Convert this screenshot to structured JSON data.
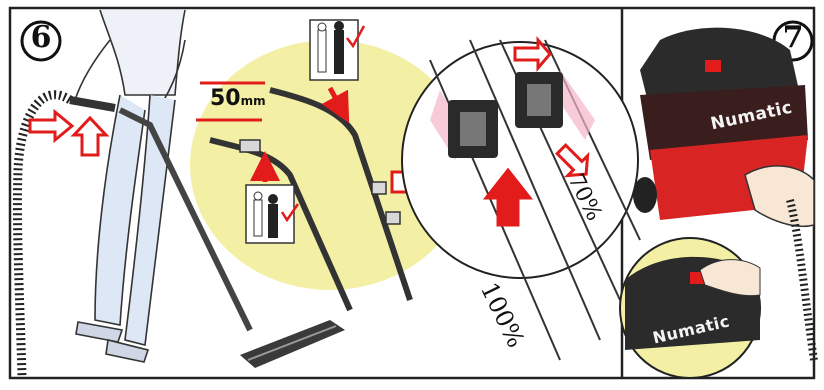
{
  "steps": {
    "left": "6",
    "right": "7"
  },
  "measure": {
    "length": "50"
  },
  "percent": {
    "full": "100%",
    "partial": "70%"
  },
  "brand": {
    "name": "Numatic"
  },
  "colors": {
    "accent": "#e21b1b",
    "ink": "#111111",
    "highlight": "#f3f0a6",
    "panel_bg": "#ffffff"
  }
}
